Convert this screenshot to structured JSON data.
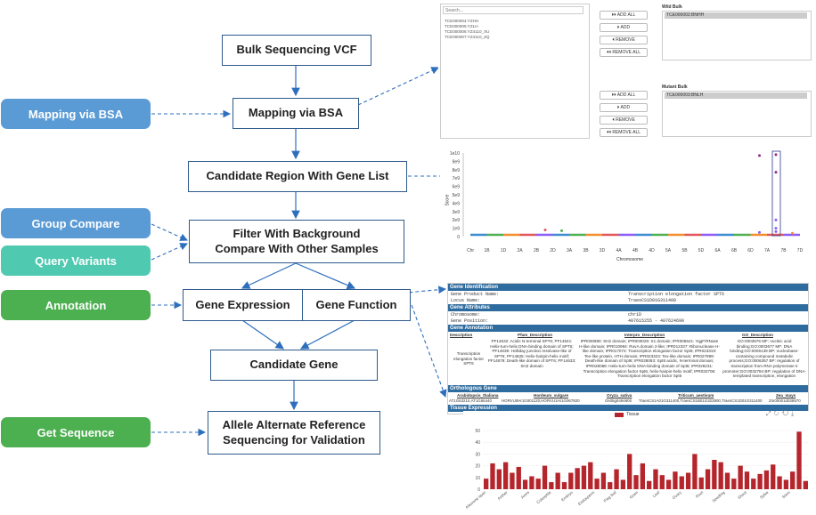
{
  "flow": {
    "bulk_vcf": "Bulk Sequencing VCF",
    "mapping": "Mapping via BSA",
    "candidate_region": "Candidate Region With Gene List",
    "filter_line1": "Filter With Background",
    "filter_line2": "Compare With Other Samples",
    "gene_expression": "Gene Expression",
    "gene_function": "Gene Function",
    "candidate_gene": "Candidate Gene",
    "allele_line1": "Allele Alternate Reference",
    "allele_line2": "Sequencing for Validation"
  },
  "side": {
    "mapping": "Mapping via BSA",
    "group_compare": "Group Compare",
    "query_variants": "Query Variants",
    "annotation": "Annotation",
    "get_sequence": "Get Sequence"
  },
  "colors": {
    "blue_pill": "#5b9bd5",
    "teal_pill": "#4fc9b0",
    "green_pill": "#4caf50",
    "flow_border": "#2e5a8c",
    "arrow": "#2e6fbd",
    "bar_red": "#b5252c",
    "header_blue": "#2e6b9e"
  },
  "panel1": {
    "search_placeholder": "Search...",
    "samples": [
      "TCE000004:YZHH",
      "TCE000005:YZLH",
      "TCE000006:YZ4110_XU",
      "TCE000007:YZ4110_ZQ"
    ],
    "btn_add_all": "⏵⏵ ADD ALL",
    "btn_add": "⏵ ADD",
    "btn_remove": "⏴ REMOVE",
    "btn_remove_all": "⏴⏴ REMOVE ALL",
    "wild_label": "Wild Bulk",
    "wild_item": "TCE000002:BNHH",
    "mutant_label": "Mutant Bulk",
    "mutant_item": "TCE000003:BNLH"
  },
  "manhattan": {
    "ylabel": "Score",
    "xlabel": "Chromosome",
    "yticks": [
      "1e10",
      "9e9",
      "8e9",
      "7e9",
      "6e9",
      "5e9",
      "4e9",
      "3e9",
      "2e9",
      "1e9",
      "0"
    ],
    "xticks": [
      "Chr",
      "1B",
      "1D",
      "2A",
      "2B",
      "2D",
      "3A",
      "3B",
      "3D",
      "4A",
      "4B",
      "4D",
      "5A",
      "5B",
      "5D",
      "6A",
      "6B",
      "6D",
      "7A",
      "7B",
      "7D"
    ]
  },
  "chart_data": {
    "type": "scatter",
    "title": "",
    "xlabel": "Chromosome",
    "ylabel": "Score",
    "ylim": [
      0,
      10000000000
    ],
    "categories": [
      "Chr",
      "1B",
      "1D",
      "2A",
      "2B",
      "2D",
      "3A",
      "3B",
      "3D",
      "4A",
      "4B",
      "4D",
      "5A",
      "5B",
      "5D",
      "6A",
      "6B",
      "6D",
      "7A",
      "7B",
      "7D"
    ],
    "series": [
      {
        "points": [
          {
            "x": "2B",
            "y": 800000000
          },
          {
            "x": "2D",
            "y": 700000000
          },
          {
            "x": "6D",
            "y": 9700000000
          },
          {
            "x": "6D",
            "y": 500000000
          },
          {
            "x": "7A",
            "y": 9800000000
          },
          {
            "x": "7A",
            "y": 7700000000
          },
          {
            "x": "7A",
            "y": 2000000000
          },
          {
            "x": "7A",
            "y": 1000000000
          },
          {
            "x": "7A",
            "y": 600000000
          },
          {
            "x": "7B",
            "y": 400000000
          }
        ]
      }
    ]
  },
  "gene_info": {
    "h_identification": "Gene Identification",
    "product_label": "Gene Product Name:",
    "product_value": "Transcription elongation factor SPT6",
    "locus_label": "Locus Name:",
    "locus_value": "TraesCS1D01G311400",
    "h_attributes": "Gene Attributes",
    "chrom_label": "Chromosome:",
    "chrom_value": "chr1D",
    "pos_label": "Gene Position:",
    "pos_value": "407615255 - 407624690",
    "h_annotation": "Gene Annotation",
    "anno_headers": [
      "Description",
      "Pfam_Description",
      "Interpro_Description",
      "GO_Description"
    ],
    "anno_pfam": "PF14632: Acidic N-terminal SPT6; PF14641: Helix-turn-helix DNA-binding domain of SPT6; PF14639: Holliday junction resolvase-like of SPT6; PF14635: Helix-hairpin-helix motif; PF14878: Death-like domain of SPT6; PF14633: SH2 domain",
    "anno_pfam_lead": "Transcription elongation factor SPT6",
    "anno_interpro": "IPR000980: SH2 domain; IPR003029: S1 domain; IPR006641: YqgF/RNase H-like domain; IPR010994: RuvA domain 2-like; IPR012337: Ribonuclease H-like domain; IPR017072: Transcription elongation factor Spt6; IPR023319: Tex-like protein, HTH domain; IPR023323: Tex-like domain; IPR027999: Death-like domain of Spt6; IPR028083: Spt6 acidic, N-terminal domain; IPR028088: Helix-turn-helix DNA-binding domain of Spt6; IPR028231: Transcription elongation factor Spt6, helix-hairpin-helix motif; IPR032706: Transcription elongation factor Spt6",
    "anno_go": "GO:0003676 MF: nucleic acid binding;GO:0003677 MF: DNA binding;GO:0006139 BP: nucleobase-containing compound metabolic process;GO:0006357 BP: regulation of transcription from RNA polymerase II promoter;GO:0032784 BP: regulation of DNA-templated transcription, elongation",
    "h_orthologous": "Orthologous Gene",
    "ortho_headers": [
      "Arabidopsis_thaliana",
      "Hordeum_vulgare",
      "Oryza_sativa",
      "Triticum_aestivum",
      "Zea_mays"
    ],
    "ortho_values": [
      "AT1G63210,AT1G65440",
      "HORVU0Hr1G001120,HORVU1Hr1G067820",
      "Os05g0494900",
      "TraesCS1A01G311400,TraesCS1B01G322900,TraesCS1D01G311400",
      "Zm00001d038570"
    ],
    "h_tissue": "Tissue Expression"
  },
  "tissue_chart": {
    "legend": "Tissue",
    "yticks": [
      "50",
      "40",
      "30",
      "20",
      "10",
      "0"
    ],
    "xlabels_visible": [
      "Aleurone layer",
      "Anther",
      "Awns",
      "Coleoptile",
      "Embryo",
      "Endosperm",
      "Flag leaf",
      "Grain",
      "Leaf",
      "Ovary",
      "Root",
      "Seedling",
      "Shoot",
      "Spike",
      "Stem"
    ]
  },
  "tissue_values": [
    9,
    22,
    17,
    23,
    14,
    19,
    8,
    11,
    9,
    20,
    6,
    14,
    6,
    14,
    18,
    20,
    23,
    9,
    14,
    6,
    17,
    8,
    30,
    12,
    22,
    7,
    17,
    12,
    8,
    15,
    11,
    14,
    30,
    10,
    17,
    25,
    23,
    14,
    9,
    20,
    15,
    9,
    13,
    16,
    21,
    11,
    8,
    15,
    49,
    7
  ]
}
